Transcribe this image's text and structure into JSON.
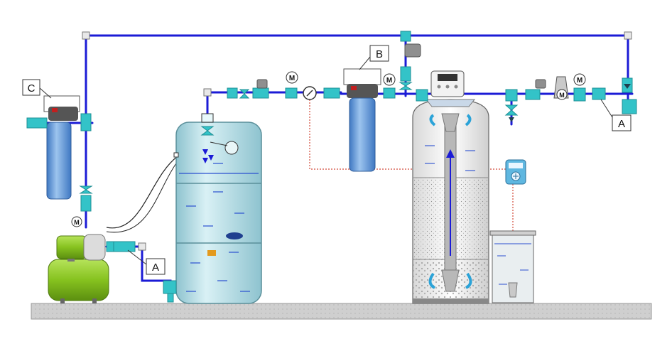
{
  "labels": {
    "callout_a_right": "A",
    "callout_a_left": "A",
    "callout_b": "B",
    "callout_c": "C",
    "meter_glyph": "M"
  },
  "colors": {
    "pipe": "#1b1bd6",
    "fitting": "#33c3c8",
    "fitting_dark": "#1f8f94",
    "tank_body": "#bfe3ea",
    "tank_edge": "#5a8f9a",
    "filter_body": "#6f9fd8",
    "floor": "#cfcfcf",
    "pump_green": "#8fcf2a",
    "signal_wire": "#d24a3a"
  },
  "icons": {
    "pressure_gauge": "pressure-gauge-icon",
    "meter": "meter-m-icon",
    "controller": "controller-panel-icon",
    "flow_arrows": "flow-arrow-icon"
  }
}
